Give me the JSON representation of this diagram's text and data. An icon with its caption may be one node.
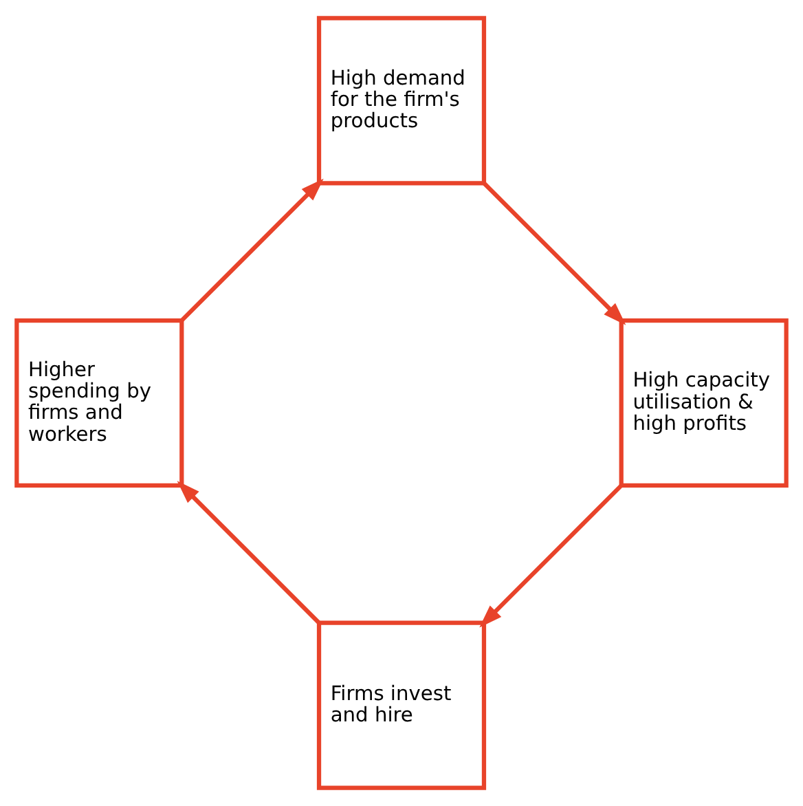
{
  "diagram": {
    "nodes": [
      {
        "text": [
          "Firms invest and hire"
        ]
      },
      {
        "text": [
          "Higher spending by firms and workers"
        ]
      },
      {
        "text": [
          "High demand for the firm's products"
        ]
      },
      {
        "text": [
          "High capacity utilisation & high profits"
        ]
      }
    ],
    "edges": [
      {
        "from": 0,
        "to": 1,
        "arrow": "to"
      },
      {
        "from": 1,
        "to": 2,
        "arrow": "to"
      },
      {
        "from": 2,
        "to": 3,
        "arrow": "to"
      },
      {
        "from": 3,
        "to": 0,
        "arrow": "to"
      }
    ]
  }
}
